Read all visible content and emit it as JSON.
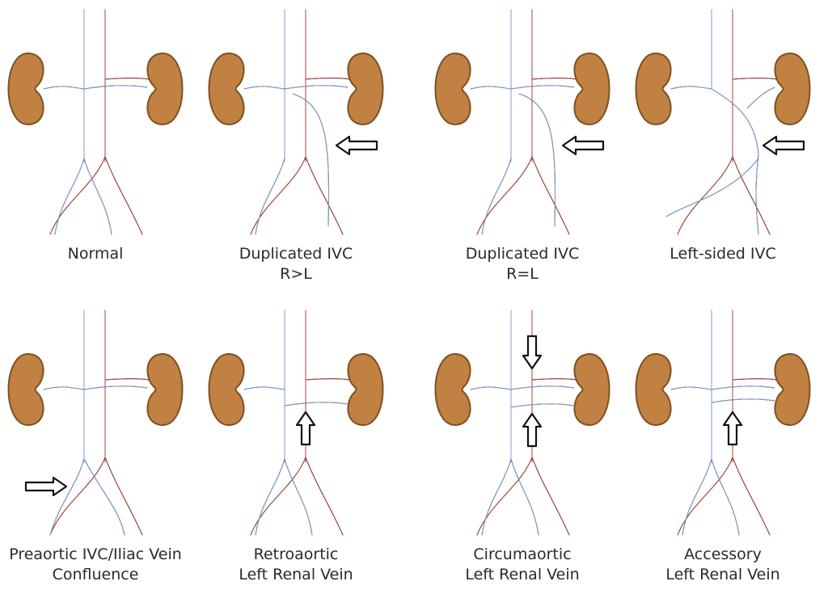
{
  "figure": {
    "panels": [
      {
        "id": "normal",
        "caption": [
          "Normal"
        ],
        "variant": "normal",
        "arrow": null
      },
      {
        "id": "duplicated-r-gt-l",
        "caption": [
          "Duplicated IVC",
          "R>L"
        ],
        "variant": "duplicated-small-left",
        "arrow": "left"
      },
      {
        "id": "duplicated-r-eq-l",
        "caption": [
          "Duplicated IVC",
          "R=L"
        ],
        "variant": "duplicated-equal",
        "arrow": "left"
      },
      {
        "id": "left-sided",
        "caption": [
          "Left-sided IVC"
        ],
        "variant": "left-sided",
        "arrow": "left"
      },
      {
        "id": "preaortic-confluence",
        "caption": [
          "Preaortic IVC/Iliac Vein",
          "Confluence"
        ],
        "variant": "preaortic",
        "arrow": "right"
      },
      {
        "id": "retroaortic",
        "caption": [
          "Retroaortic",
          "Left Renal Vein"
        ],
        "variant": "retroaortic",
        "arrow": "up"
      },
      {
        "id": "circumaortic",
        "caption": [
          "Circumaortic",
          "Left Renal Vein"
        ],
        "variant": "circumaortic",
        "arrow": "up-down"
      },
      {
        "id": "accessory",
        "caption": [
          "Accessory",
          "Left Renal Vein"
        ],
        "variant": "accessory",
        "arrow": "up"
      }
    ],
    "colors": {
      "vein": "#7c9dcf",
      "vein_dark": "#4d6fa8",
      "artery": "#a8413d",
      "artery_dark": "#6e2622",
      "kidney": "#c08142",
      "kidney_dark": "#7e5122",
      "outline": "#3b2a2a",
      "arrow_fill": "#ffffff",
      "text": "#2a2a2a"
    }
  }
}
